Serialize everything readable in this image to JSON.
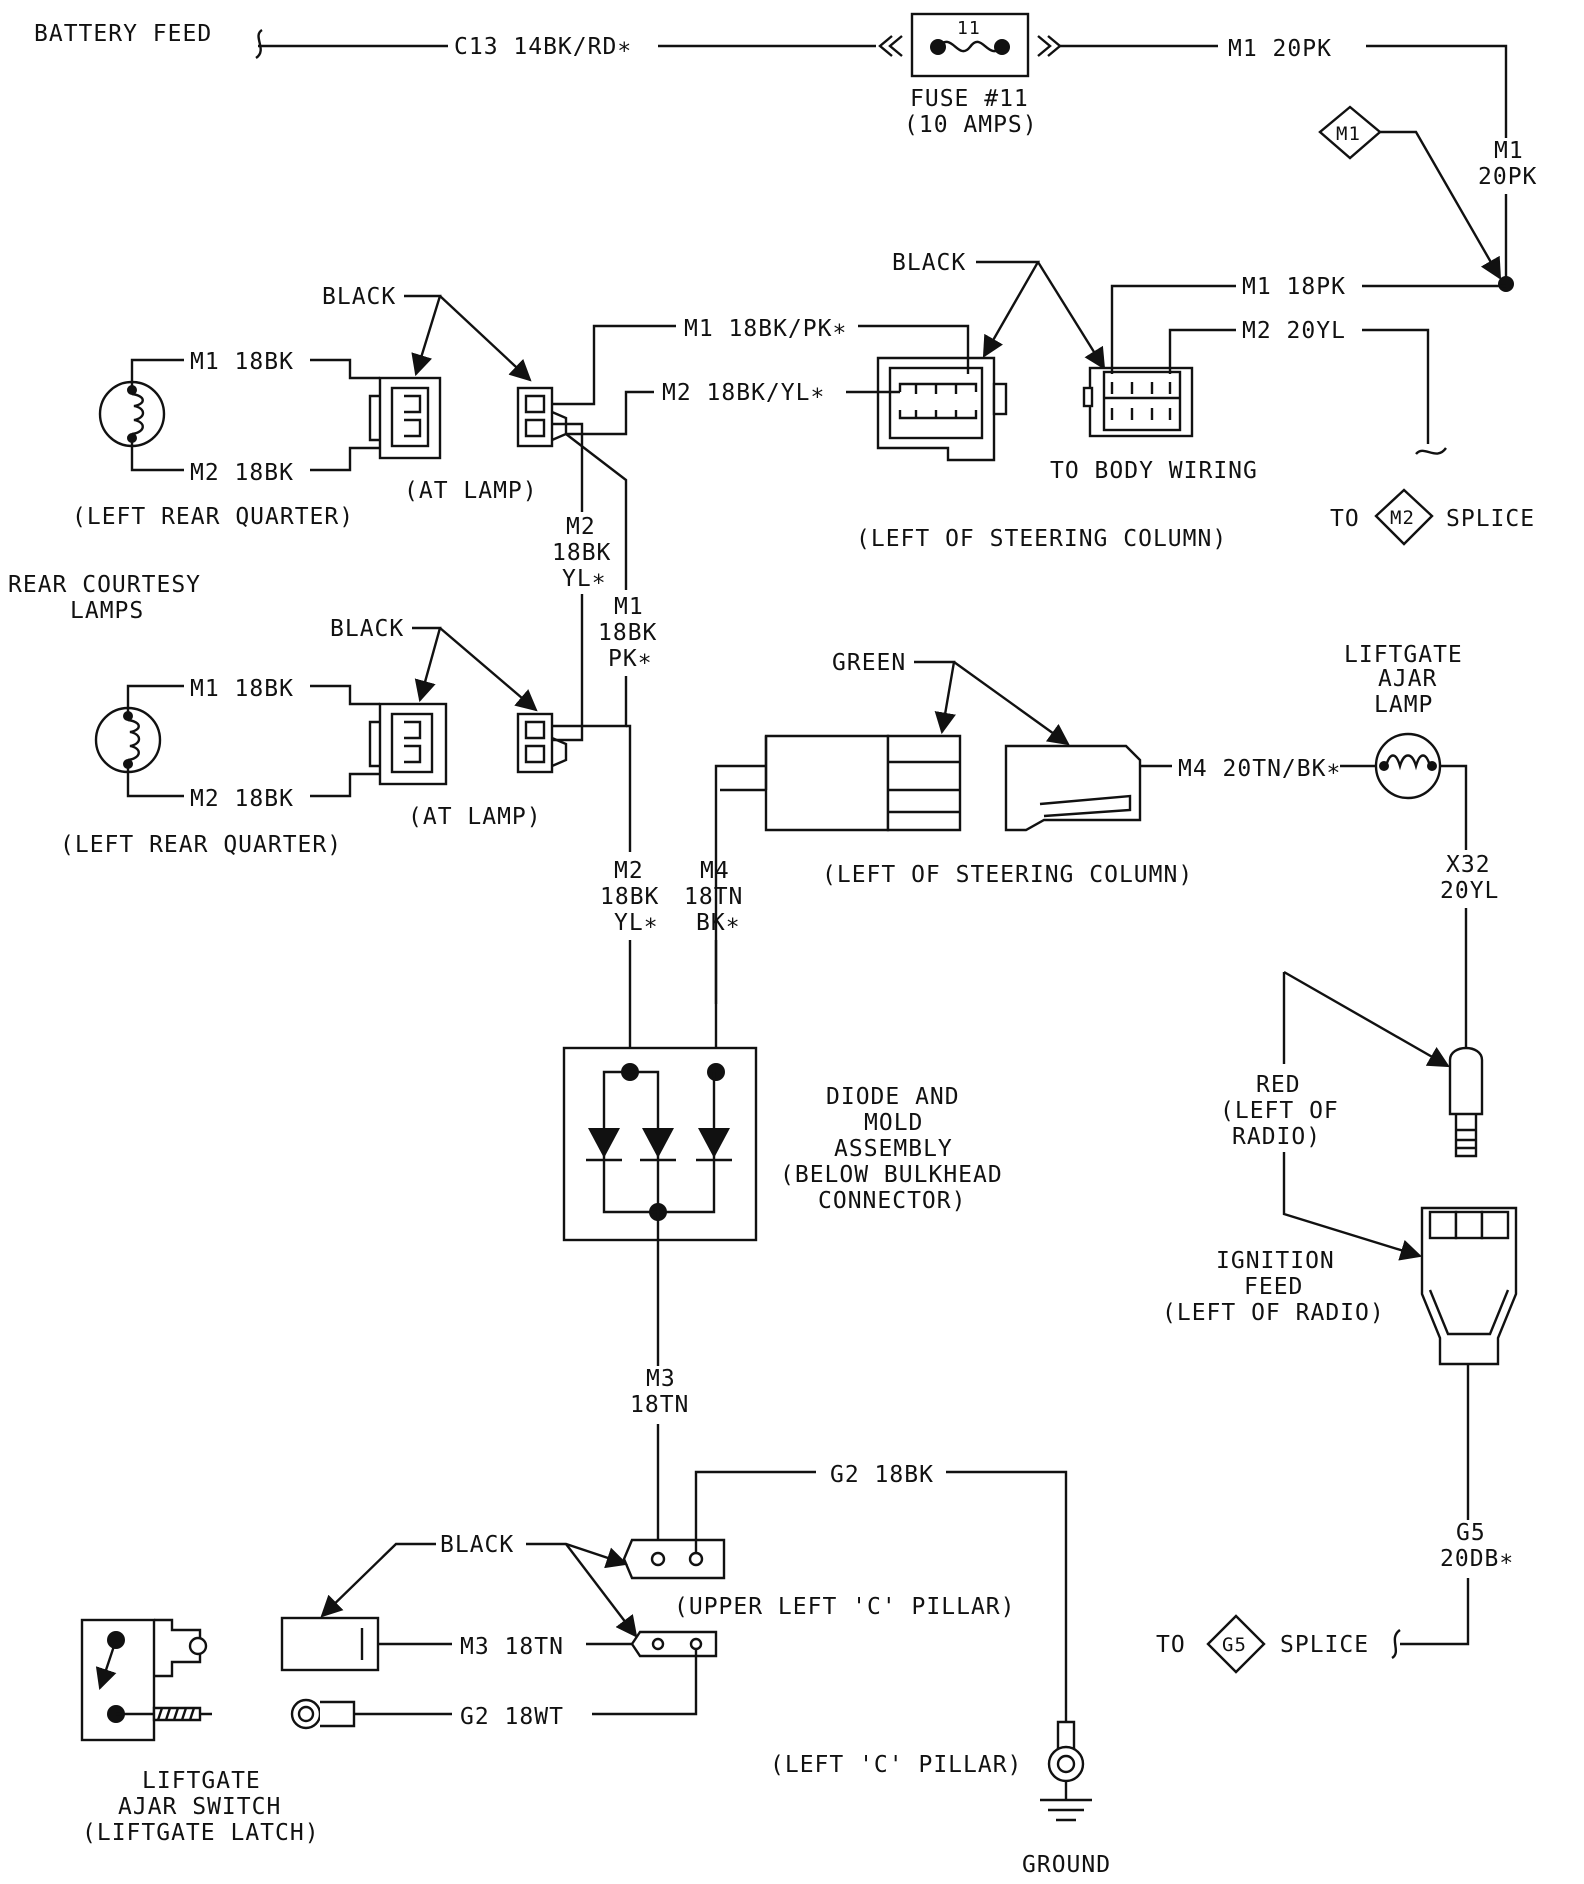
{
  "battery": {
    "label": "BATTERY FEED",
    "wire": "C13 14BK/RD∗"
  },
  "fuse": {
    "number": "11",
    "line1": "FUSE #11",
    "line2": "(10 AMPS)"
  },
  "m1_feed": {
    "wire": "M1 20PK",
    "vert1": "M1",
    "vert2": "20PK",
    "splice": "M1"
  },
  "steering_conn": {
    "color": "BLACK",
    "wire_m1pk": "M1 18BK/PK∗",
    "wire_m2yl": "M2 18BK/YL∗",
    "wire_m1": "M1 18PK",
    "wire_m2": "M2 20YL",
    "body_label": "TO BODY WIRING",
    "location": "(LEFT OF STEERING COLUMN)"
  },
  "m2_splice": {
    "to": "TO",
    "splice": "M2",
    "label": "SPLICE"
  },
  "lamp_upper": {
    "color": "BLACK",
    "m1": "M1 18BK",
    "m2": "M2 18BK",
    "location": "(LEFT REAR QUARTER)",
    "at_lamp": "(AT LAMP)"
  },
  "rear_courtesy": {
    "line1": "REAR COURTESY",
    "line2": "LAMPS"
  },
  "wire_m2_mid": {
    "l1": "M2",
    "l2": "18BK",
    "l3": "YL∗"
  },
  "wire_m1_mid": {
    "l1": "M1",
    "l2": "18BK",
    "l3": "PK∗"
  },
  "lamp_lower": {
    "color": "BLACK",
    "m1": "M1 18BK",
    "m2": "M2 18BK",
    "location": "(LEFT REAR QUARTER)",
    "at_lamp": "(AT LAMP)"
  },
  "green_conn": {
    "color": "GREEN",
    "wire": "M4 20TN/BK∗",
    "location": "(LEFT OF STEERING COLUMN)"
  },
  "liftgate_lamp": {
    "line1": "LIFTGATE",
    "line2": "AJAR",
    "line3": "LAMP"
  },
  "wire_m2_low": {
    "l1": "M2",
    "l2": "18BK",
    "l3": "YL∗"
  },
  "wire_m4_low": {
    "l1": "M4",
    "l2": "18TN",
    "l3": "BK∗"
  },
  "x32": {
    "l1": "X32",
    "l2": "20YL"
  },
  "diode": {
    "l1": "DIODE AND",
    "l2": "MOLD",
    "l3": "ASSEMBLY",
    "l4": "(BELOW BULKHEAD",
    "l5": "CONNECTOR)"
  },
  "red_conn": {
    "l1": "RED",
    "l2": "(LEFT OF",
    "l3": "RADIO)"
  },
  "ignition": {
    "l1": "IGNITION",
    "l2": "FEED",
    "l3": "(LEFT OF RADIO)"
  },
  "m3": {
    "l1": "M3",
    "l2": "18TN"
  },
  "g2_wire": "G2 18BK",
  "g5": {
    "l1": "G5",
    "l2": "20DB∗",
    "to": "TO",
    "splice": "G5",
    "label": "SPLICE"
  },
  "pillar": {
    "color": "BLACK",
    "upper": "(UPPER LEFT 'C' PILLAR)",
    "m3_wire": "M3 18TN",
    "g2_wire": "G2 18WT",
    "left": "(LEFT 'C' PILLAR)",
    "ground": "GROUND"
  },
  "switch": {
    "l1": "LIFTGATE",
    "l2": "AJAR SWITCH",
    "l3": "(LIFTGATE LATCH)"
  }
}
